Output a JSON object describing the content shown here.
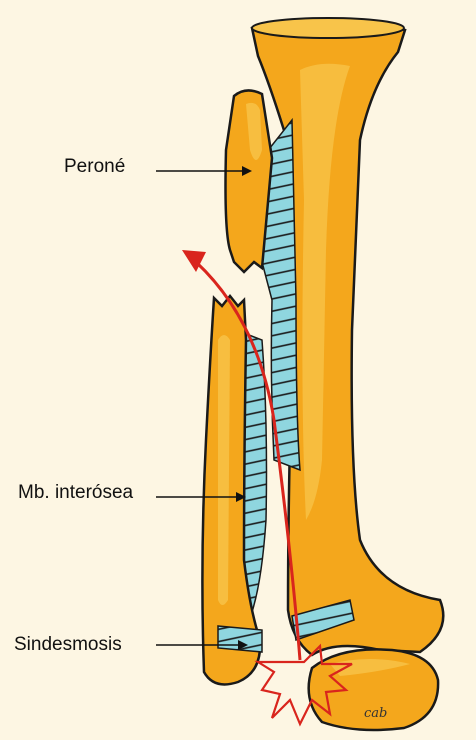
{
  "labels": {
    "perone": "Peroné",
    "membrana": "Mb. interósea",
    "sindesmosis": "Sindesmosis"
  },
  "signature": "cab",
  "colors": {
    "background": "#fdf6e3",
    "bone": "#f4a71c",
    "bone_light": "#f8c44a",
    "bone_shadow": "#e08a10",
    "membrane": "#8fd6df",
    "force_arrow": "#d9251d",
    "outline": "#1a1a1a"
  }
}
